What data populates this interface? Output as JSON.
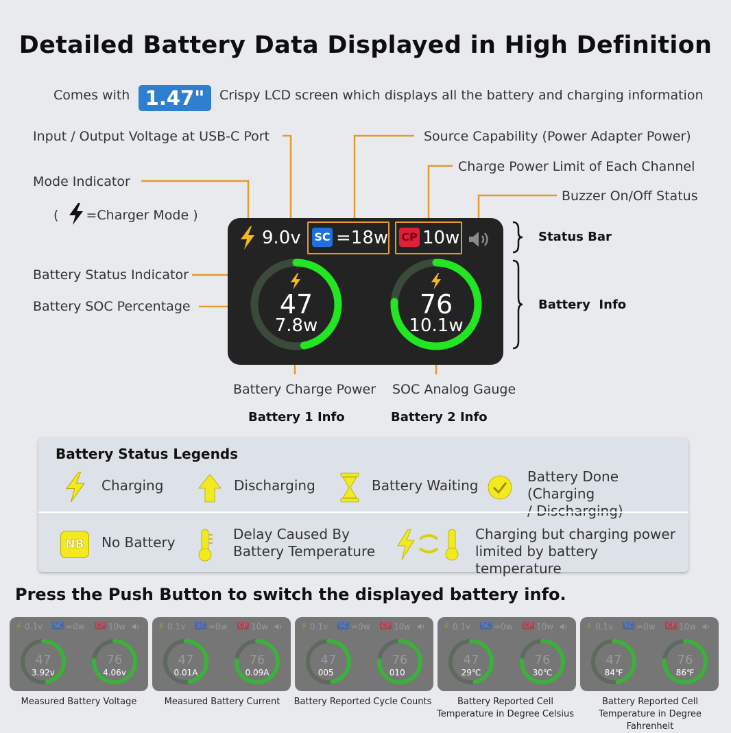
{
  "title": "Detailed Battery Data Displayed in High Definition",
  "subtitle": {
    "prefix": "Comes with",
    "badge": "1.47\"",
    "suffix": "Crispy LCD screen which displays all the battery and charging information"
  },
  "callouts": {
    "io_voltage": "Input / Output Voltage at USB-C Port",
    "source_capability": "Source Capability (Power Adapter Power)",
    "charge_power_limit": "Charge Power Limit of Each Channel",
    "buzzer": "Buzzer On/Off Status",
    "mode_indicator": "Mode Indicator",
    "mode_note_open": "(",
    "mode_note_text": "=Charger Mode",
    "mode_note_close": ")",
    "battery_status_indicator": "Battery Status Indicator",
    "battery_soc": "Battery SOC Percentage",
    "battery_charge_power": "Battery Charge Power",
    "soc_gauge": "SOC Analog Gauge",
    "battery1_info": "Battery 1 Info",
    "battery2_info": "Battery 2 Info",
    "status_bar": "Status Bar",
    "battery_info": "Battery  Info"
  },
  "screen": {
    "voltage": "9.0v",
    "sc_tag": "SC",
    "sc_value": "=18w",
    "cp_tag": "CP",
    "cp_value": "10w",
    "battery1": {
      "soc": "47",
      "power": "7.8w",
      "soc_fraction": 0.47
    },
    "battery2": {
      "soc": "76",
      "power": "10.1w",
      "soc_fraction": 0.76
    }
  },
  "legend": {
    "heading": "Battery Status Legends",
    "items": [
      {
        "label": "Charging",
        "icon": "bolt-icon"
      },
      {
        "label": "Discharging",
        "icon": "arrow-up-icon"
      },
      {
        "label": "Battery Waiting",
        "icon": "hourglass-icon"
      },
      {
        "label_line1": "Battery Done (Charging",
        "label_line2": "/ Discharging)",
        "icon": "check-circle-icon"
      },
      {
        "label": "No Battery",
        "icon": "nb-icon",
        "icon_text": "NB"
      },
      {
        "label_line1": "Delay Caused By",
        "label_line2": "Battery Temperature",
        "icon": "thermometer-icon"
      },
      {
        "label_line1": "Charging but charging power",
        "label_line2": "limited by battery temperature",
        "icon": "bolt-thermometer-icon"
      }
    ]
  },
  "press_text": "Press the Push Button to switch the displayed battery info.",
  "mini_screens": [
    {
      "status": {
        "v": "0.1v",
        "sc": "SC",
        "scv": "=0w",
        "cp": "CP",
        "cpv": "10w"
      },
      "b1": "47",
      "b2": "76",
      "v1": "3.92v",
      "v2": "4.06v",
      "caption1": "Measured Battery Voltage",
      "caption2": ""
    },
    {
      "status": {
        "v": "0.1v",
        "sc": "SC",
        "scv": "=0w",
        "cp": "CP",
        "cpv": "10w"
      },
      "b1": "47",
      "b2": "76",
      "v1": "0.01A",
      "v2": "0.09A",
      "caption1": "Measured Battery Current",
      "caption2": ""
    },
    {
      "status": {
        "v": "0.1v",
        "sc": "SC",
        "scv": "=0w",
        "cp": "CP",
        "cpv": "10w"
      },
      "b1": "47",
      "b2": "76",
      "v1": "005  ",
      "v2": "010  ",
      "caption1": "Battery Reported Cycle Counts",
      "caption2": ""
    },
    {
      "status": {
        "v": "0.1v",
        "sc": "SC",
        "scv": "=0w",
        "cp": "CP",
        "cpv": "10w"
      },
      "b1": "47",
      "b2": "76",
      "v1": "29℃",
      "v2": "30℃",
      "caption1": "Battery Reported Cell",
      "caption2": "Temperature in Degree Celsius"
    },
    {
      "status": {
        "v": "0.1v",
        "sc": "SC",
        "scv": "=0w",
        "cp": "CP",
        "cpv": "10w"
      },
      "b1": "47",
      "b2": "76",
      "v1": "84℉",
      "v2": "86℉",
      "caption1": "Battery Reported Cell",
      "caption2": "Temperature in Degree Fahrenheit"
    }
  ],
  "colors": {
    "accent_orange": "#e69a2a",
    "gauge_green": "#22e622",
    "gauge_track": "#3b4a3b",
    "bolt_yellow": "#f5b820",
    "sc_blue": "#1e6fe0",
    "cp_red": "#e0203a",
    "badge_blue": "#2f7fd0",
    "legend_yellow": "#f2ea1e"
  }
}
